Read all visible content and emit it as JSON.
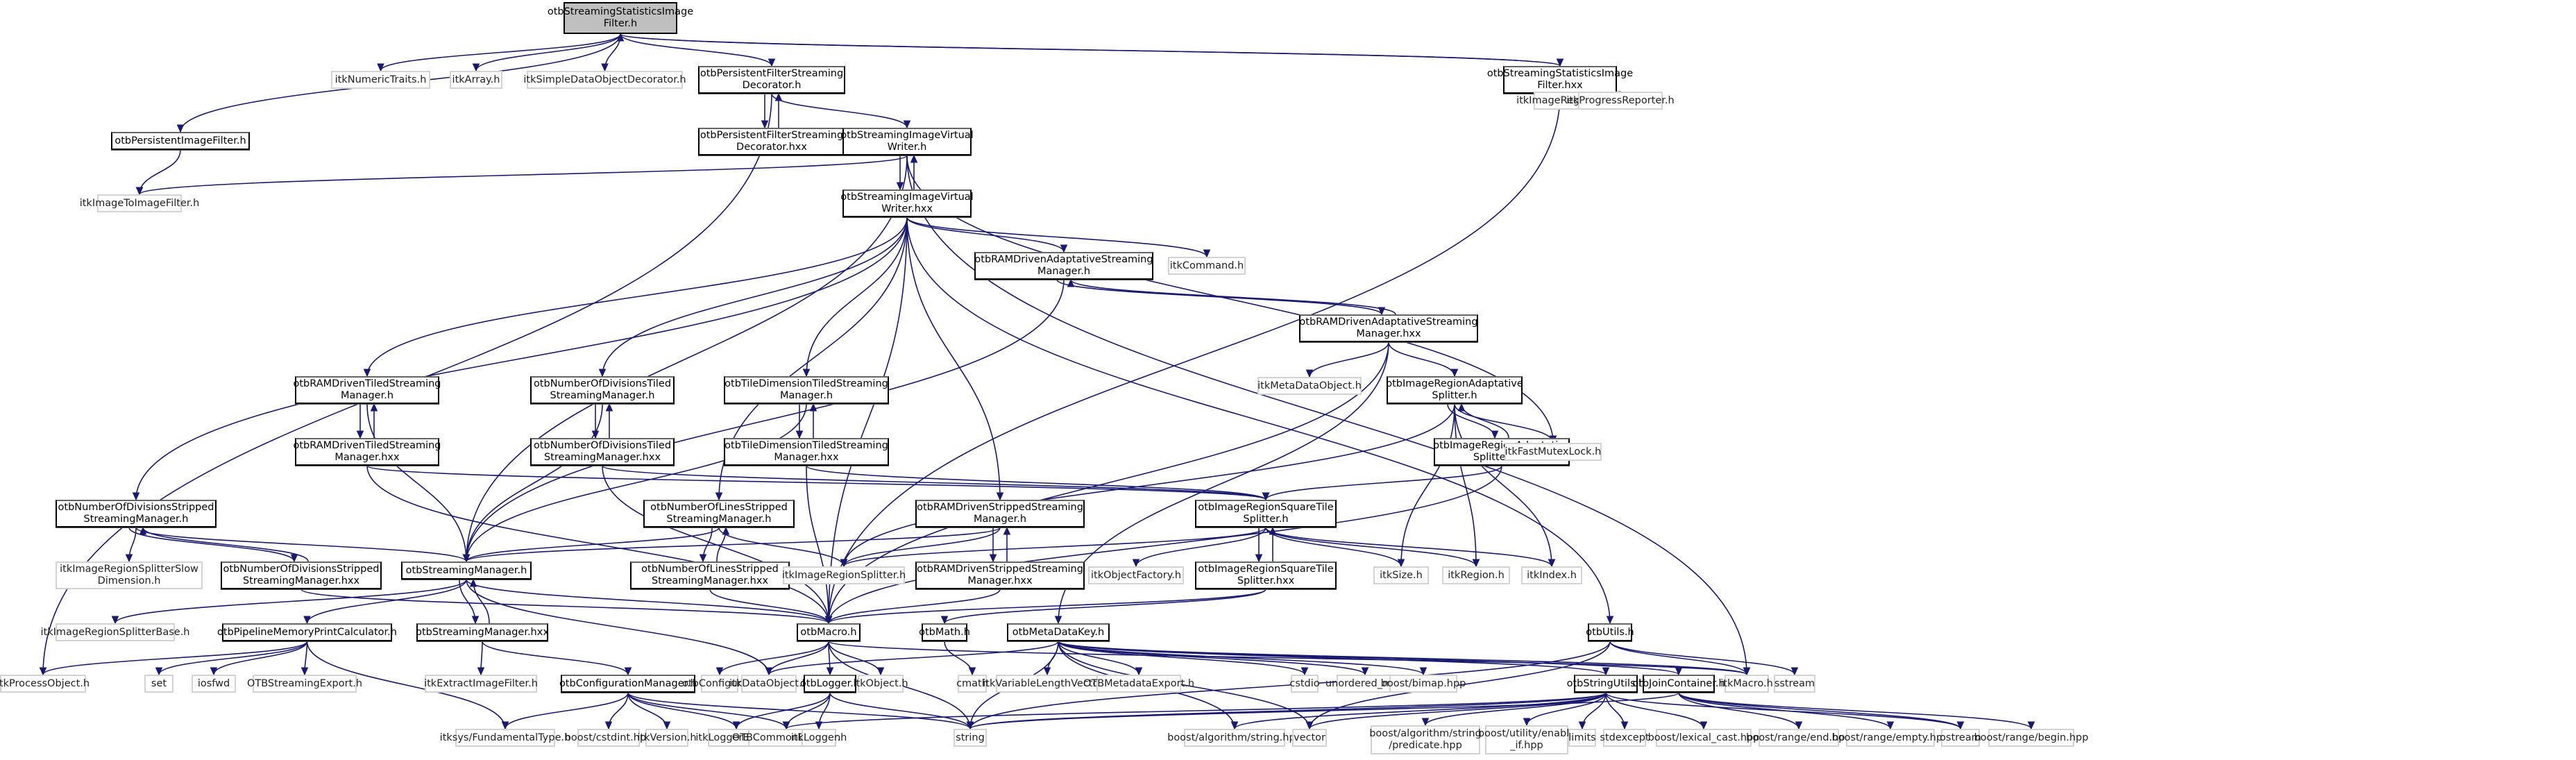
{
  "graph": {
    "title": "Include dependency graph",
    "edge_color": "#191970",
    "root": "otbStreamingStatisticsImageFilter.h",
    "nodes": [
      {
        "id": "root",
        "label": "otbStreamingStatisticsImage\nFilter.h",
        "kind": "root"
      },
      {
        "id": "numtraits",
        "label": "itkNumericTraits.h",
        "kind": "external"
      },
      {
        "id": "array",
        "label": "itkArray.h",
        "kind": "external"
      },
      {
        "id": "simpledeco",
        "label": "itkSimpleDataObjectDecorator.h",
        "kind": "external"
      },
      {
        "id": "pfsd_h",
        "label": "otbPersistentFilterStreaming\nDecorator.h",
        "kind": "internal"
      },
      {
        "id": "pfsd_hxx",
        "label": "otbPersistentFilterStreaming\nDecorator.hxx",
        "kind": "internal"
      },
      {
        "id": "ssif_hxx",
        "label": "otbStreamingStatisticsImage\nFilter.hxx",
        "kind": "internal"
      },
      {
        "id": "regioniter",
        "label": "itkImageRegionIterator.h",
        "kind": "external"
      },
      {
        "id": "progress",
        "label": "itkProgressReporter.h",
        "kind": "external"
      },
      {
        "id": "persist_if",
        "label": "otbPersistentImageFilter.h",
        "kind": "internal"
      },
      {
        "id": "img2img",
        "label": "itkImageToImageFilter.h",
        "kind": "external"
      },
      {
        "id": "sivw_h",
        "label": "otbStreamingImageVirtual\nWriter.h",
        "kind": "internal"
      },
      {
        "id": "sivw_hxx",
        "label": "otbStreamingImageVirtual\nWriter.hxx",
        "kind": "internal"
      },
      {
        "id": "ramadapt_h",
        "label": "otbRAMDrivenAdaptativeStreaming\nManager.h",
        "kind": "internal"
      },
      {
        "id": "itkcommand",
        "label": "itkCommand.h",
        "kind": "external"
      },
      {
        "id": "ramadapt_hxx",
        "label": "otbRAMDrivenAdaptativeStreaming\nManager.hxx",
        "kind": "internal"
      },
      {
        "id": "metadataobj",
        "label": "itkMetaDataObject.h",
        "kind": "external"
      },
      {
        "id": "iras_h",
        "label": "otbImageRegionAdaptative\nSplitter.h",
        "kind": "internal"
      },
      {
        "id": "iras_hxx",
        "label": "otbImageRegionAdaptative\nSplitter.hxx",
        "kind": "internal"
      },
      {
        "id": "fastmutex",
        "label": "itkFastMutexLock.h",
        "kind": "external"
      },
      {
        "id": "ramtiled_h",
        "label": "otbRAMDrivenTiledStreaming\nManager.h",
        "kind": "internal"
      },
      {
        "id": "ramtiled_hxx",
        "label": "otbRAMDrivenTiledStreaming\nManager.hxx",
        "kind": "internal"
      },
      {
        "id": "nodt_h",
        "label": "otbNumberOfDivisionsTiled\nStreamingManager.h",
        "kind": "internal"
      },
      {
        "id": "nodt_hxx",
        "label": "otbNumberOfDivisionsTiled\nStreamingManager.hxx",
        "kind": "internal"
      },
      {
        "id": "tdts_h",
        "label": "otbTileDimensionTiledStreaming\nManager.h",
        "kind": "internal"
      },
      {
        "id": "tdts_hxx",
        "label": "otbTileDimensionTiledStreaming\nManager.hxx",
        "kind": "internal"
      },
      {
        "id": "nods_h",
        "label": "otbNumberOfDivisionsStripped\nStreamingManager.h",
        "kind": "internal"
      },
      {
        "id": "nods_hxx",
        "label": "otbNumberOfDivisionsStripped\nStreamingManager.hxx",
        "kind": "internal"
      },
      {
        "id": "slowdim",
        "label": "itkImageRegionSplitterSlow\nDimension.h",
        "kind": "external"
      },
      {
        "id": "nols_h",
        "label": "otbNumberOfLinesStripped\nStreamingManager.h",
        "kind": "internal"
      },
      {
        "id": "nols_hxx",
        "label": "otbNumberOfLinesStripped\nStreamingManager.hxx",
        "kind": "internal"
      },
      {
        "id": "ramstrip_h",
        "label": "otbRAMDrivenStrippedStreaming\nManager.h",
        "kind": "internal"
      },
      {
        "id": "ramstrip_hxx",
        "label": "otbRAMDrivenStrippedStreaming\nManager.hxx",
        "kind": "internal"
      },
      {
        "id": "irsplitter",
        "label": "itkImageRegionSplitter.h",
        "kind": "external"
      },
      {
        "id": "irsts_h",
        "label": "otbImageRegionSquareTile\nSplitter.h",
        "kind": "internal"
      },
      {
        "id": "irsts_hxx",
        "label": "otbImageRegionSquareTile\nSplitter.hxx",
        "kind": "internal"
      },
      {
        "id": "objfactory",
        "label": "itkObjectFactory.h",
        "kind": "external"
      },
      {
        "id": "itksize",
        "label": "itkSize.h",
        "kind": "external"
      },
      {
        "id": "itkregion",
        "label": "itkRegion.h",
        "kind": "external"
      },
      {
        "id": "itkindex",
        "label": "itkIndex.h",
        "kind": "external"
      },
      {
        "id": "sm_h",
        "label": "otbStreamingManager.h",
        "kind": "internal"
      },
      {
        "id": "sm_hxx",
        "label": "otbStreamingManager.hxx",
        "kind": "internal"
      },
      {
        "id": "splitterbase",
        "label": "itkImageRegionSplitterBase.h",
        "kind": "external"
      },
      {
        "id": "pmpc",
        "label": "otbPipelineMemoryPrintCalculator.h",
        "kind": "internal"
      },
      {
        "id": "procobj",
        "label": "itkProcessObject.h",
        "kind": "external"
      },
      {
        "id": "set",
        "label": "set",
        "kind": "external"
      },
      {
        "id": "iosfwd",
        "label": "iosfwd",
        "kind": "external"
      },
      {
        "id": "otbstrexp",
        "label": "OTBStreamingExport.h",
        "kind": "external"
      },
      {
        "id": "extract",
        "label": "itkExtractImageFilter.h",
        "kind": "external"
      },
      {
        "id": "confmgr",
        "label": "otbConfigurationManager.h",
        "kind": "internal"
      },
      {
        "id": "fundtype",
        "label": "itksys/FundamentalType.h",
        "kind": "external"
      },
      {
        "id": "cstdint",
        "label": "boost/cstdint.hpp",
        "kind": "external"
      },
      {
        "id": "itkversion",
        "label": "itkVersion.h",
        "kind": "external"
      },
      {
        "id": "loggerbase",
        "label": "itkLoggerBase.h",
        "kind": "external"
      },
      {
        "id": "commonexp",
        "label": "OTBCommonExport.h",
        "kind": "external"
      },
      {
        "id": "otbmacro",
        "label": "otbMacro.h",
        "kind": "internal"
      },
      {
        "id": "otbconfigure",
        "label": "otbConfigure.h",
        "kind": "external"
      },
      {
        "id": "dataobj",
        "label": "itkDataObject.h",
        "kind": "external"
      },
      {
        "id": "otblogger",
        "label": "otbLogger.h",
        "kind": "internal"
      },
      {
        "id": "itkobject",
        "label": "itkObject.h",
        "kind": "external"
      },
      {
        "id": "itklogger",
        "label": "itkLogger.h",
        "kind": "external"
      },
      {
        "id": "otbmath",
        "label": "otbMath.h",
        "kind": "internal"
      },
      {
        "id": "cmath",
        "label": "cmath",
        "kind": "external"
      },
      {
        "id": "varlenvec",
        "label": "itkVariableLengthVector.h",
        "kind": "external"
      },
      {
        "id": "mdexport",
        "label": "OTBMetadataExport.h",
        "kind": "external"
      },
      {
        "id": "mdkey",
        "label": "otbMetaDataKey.h",
        "kind": "internal"
      },
      {
        "id": "cstdio",
        "label": "cstdio",
        "kind": "external"
      },
      {
        "id": "unordmap",
        "label": "unordered_map",
        "kind": "external"
      },
      {
        "id": "bimap",
        "label": "boost/bimap.hpp",
        "kind": "external"
      },
      {
        "id": "string",
        "label": "string",
        "kind": "external"
      },
      {
        "id": "algostring",
        "label": "boost/algorithm/string.hpp",
        "kind": "external"
      },
      {
        "id": "vector",
        "label": "vector",
        "kind": "external"
      },
      {
        "id": "otbutils",
        "label": "otbUtils.h",
        "kind": "internal"
      },
      {
        "id": "strutils",
        "label": "otbStringUtils.h",
        "kind": "internal"
      },
      {
        "id": "joincont",
        "label": "otbJoinContainer.h",
        "kind": "internal"
      },
      {
        "id": "itkmacro",
        "label": "itkMacro.h",
        "kind": "external"
      },
      {
        "id": "sstream",
        "label": "sstream",
        "kind": "external"
      },
      {
        "id": "predicate",
        "label": "boost/algorithm/string\n/predicate.hpp",
        "kind": "external"
      },
      {
        "id": "enableif",
        "label": "boost/utility/enable\n_if.hpp",
        "kind": "external"
      },
      {
        "id": "limits",
        "label": "limits",
        "kind": "external"
      },
      {
        "id": "stdexcept",
        "label": "stdexcept",
        "kind": "external"
      },
      {
        "id": "lexcast",
        "label": "boost/lexical_cast.hpp",
        "kind": "external"
      },
      {
        "id": "rangeend",
        "label": "boost/range/end.hpp",
        "kind": "external"
      },
      {
        "id": "rangeempty",
        "label": "boost/range/empty.hpp",
        "kind": "external"
      },
      {
        "id": "ostream",
        "label": "ostream",
        "kind": "external"
      },
      {
        "id": "rangebegin",
        "label": "boost/range/begin.hpp",
        "kind": "external"
      }
    ],
    "edges": [
      [
        "root",
        "numtraits"
      ],
      [
        "root",
        "array"
      ],
      [
        "root",
        "simpledeco"
      ],
      [
        "root",
        "pfsd_h"
      ],
      [
        "root",
        "persist_if"
      ],
      [
        "root",
        "ssif_hxx"
      ],
      [
        "ssif_hxx",
        "root"
      ],
      [
        "ssif_hxx",
        "regioniter"
      ],
      [
        "ssif_hxx",
        "progress"
      ],
      [
        "ssif_hxx",
        "otbmacro"
      ],
      [
        "persist_if",
        "img2img"
      ],
      [
        "pfsd_h",
        "pfsd_hxx"
      ],
      [
        "pfsd_hxx",
        "pfsd_h"
      ],
      [
        "pfsd_h",
        "sivw_h"
      ],
      [
        "pfsd_h",
        "procobj"
      ],
      [
        "sivw_h",
        "sivw_hxx"
      ],
      [
        "sivw_hxx",
        "sivw_h"
      ],
      [
        "sivw_h",
        "img2img"
      ],
      [
        "sivw_h",
        "sm_h"
      ],
      [
        "sivw_h",
        "fastmutex"
      ],
      [
        "sivw_h",
        "itkmacro"
      ],
      [
        "sivw_hxx",
        "ramadapt_h"
      ],
      [
        "sivw_hxx",
        "itkcommand"
      ],
      [
        "sivw_hxx",
        "ramtiled_h"
      ],
      [
        "sivw_hxx",
        "nodt_h"
      ],
      [
        "sivw_hxx",
        "tdts_h"
      ],
      [
        "sivw_hxx",
        "nods_h"
      ],
      [
        "sivw_hxx",
        "nols_h"
      ],
      [
        "sivw_hxx",
        "ramstrip_h"
      ],
      [
        "sivw_hxx",
        "otbmacro"
      ],
      [
        "sivw_hxx",
        "otbutils"
      ],
      [
        "ramadapt_h",
        "ramadapt_hxx"
      ],
      [
        "ramadapt_hxx",
        "ramadapt_h"
      ],
      [
        "ramadapt_h",
        "sm_h"
      ],
      [
        "ramadapt_hxx",
        "metadataobj"
      ],
      [
        "ramadapt_hxx",
        "iras_h"
      ],
      [
        "ramadapt_hxx",
        "otbmacro"
      ],
      [
        "ramadapt_hxx",
        "mdkey"
      ],
      [
        "iras_h",
        "iras_hxx"
      ],
      [
        "iras_hxx",
        "iras_h"
      ],
      [
        "iras_h",
        "irsplitter"
      ],
      [
        "iras_h",
        "fastmutex"
      ],
      [
        "iras_h",
        "itksize"
      ],
      [
        "iras_h",
        "itkregion"
      ],
      [
        "iras_h",
        "itkindex"
      ],
      [
        "iras_hxx",
        "irsts_h"
      ],
      [
        "iras_hxx",
        "otbmacro"
      ],
      [
        "ramtiled_h",
        "ramtiled_hxx"
      ],
      [
        "ramtiled_hxx",
        "ramtiled_h"
      ],
      [
        "ramtiled_h",
        "sm_h"
      ],
      [
        "ramtiled_hxx",
        "irsts_h"
      ],
      [
        "ramtiled_hxx",
        "otbmacro"
      ],
      [
        "nodt_h",
        "nodt_hxx"
      ],
      [
        "nodt_hxx",
        "nodt_h"
      ],
      [
        "nodt_h",
        "sm_h"
      ],
      [
        "nodt_hxx",
        "irsts_h"
      ],
      [
        "nodt_hxx",
        "otbmacro"
      ],
      [
        "tdts_h",
        "tdts_hxx"
      ],
      [
        "tdts_hxx",
        "tdts_h"
      ],
      [
        "tdts_h",
        "sm_h"
      ],
      [
        "tdts_hxx",
        "irsts_h"
      ],
      [
        "tdts_hxx",
        "otbmacro"
      ],
      [
        "nods_h",
        "nods_hxx"
      ],
      [
        "nods_hxx",
        "nods_h"
      ],
      [
        "nods_h",
        "slowdim"
      ],
      [
        "nods_h",
        "sm_h"
      ],
      [
        "nods_hxx",
        "otbmacro"
      ],
      [
        "nols_h",
        "nols_hxx"
      ],
      [
        "nols_hxx",
        "nols_h"
      ],
      [
        "nols_h",
        "sm_h"
      ],
      [
        "nols_h",
        "irsplitter"
      ],
      [
        "nols_hxx",
        "otbmacro"
      ],
      [
        "ramstrip_h",
        "ramstrip_hxx"
      ],
      [
        "ramstrip_hxx",
        "ramstrip_h"
      ],
      [
        "ramstrip_h",
        "sm_h"
      ],
      [
        "ramstrip_h",
        "irsplitter"
      ],
      [
        "ramstrip_hxx",
        "otbmacro"
      ],
      [
        "irsts_h",
        "irsts_hxx"
      ],
      [
        "irsts_hxx",
        "irsts_h"
      ],
      [
        "irsts_h",
        "irsplitter"
      ],
      [
        "irsts_h",
        "objfactory"
      ],
      [
        "irsts_h",
        "itksize"
      ],
      [
        "irsts_h",
        "itkregion"
      ],
      [
        "irsts_h",
        "itkindex"
      ],
      [
        "irsts_hxx",
        "otbmacro"
      ],
      [
        "irsts_hxx",
        "otbmath"
      ],
      [
        "sm_h",
        "sm_hxx"
      ],
      [
        "sm_hxx",
        "sm_h"
      ],
      [
        "sm_h",
        "splitterbase"
      ],
      [
        "sm_h",
        "pmpc"
      ],
      [
        "sm_h",
        "dataobj"
      ],
      [
        "sm_h",
        "otbmacro"
      ],
      [
        "pmpc",
        "procobj"
      ],
      [
        "pmpc",
        "set"
      ],
      [
        "pmpc",
        "iosfwd"
      ],
      [
        "pmpc",
        "otbstrexp"
      ],
      [
        "pmpc",
        "fundtype"
      ],
      [
        "sm_hxx",
        "extract"
      ],
      [
        "sm_hxx",
        "confmgr"
      ],
      [
        "confmgr",
        "fundtype"
      ],
      [
        "confmgr",
        "cstdint"
      ],
      [
        "confmgr",
        "itkversion"
      ],
      [
        "confmgr",
        "loggerbase"
      ],
      [
        "confmgr",
        "commonexp"
      ],
      [
        "confmgr",
        "string"
      ],
      [
        "otbmacro",
        "otbconfigure"
      ],
      [
        "otbmacro",
        "dataobj"
      ],
      [
        "otbmacro",
        "otblogger"
      ],
      [
        "otbmacro",
        "itkobject"
      ],
      [
        "otbmacro",
        "itkmacro"
      ],
      [
        "otbmacro",
        "string"
      ],
      [
        "otblogger",
        "loggerbase"
      ],
      [
        "otblogger",
        "commonexp"
      ],
      [
        "otblogger",
        "itklogger"
      ],
      [
        "otblogger",
        "string"
      ],
      [
        "otbmath",
        "cmath"
      ],
      [
        "mdkey",
        "dataobj"
      ],
      [
        "mdkey",
        "varlenvec"
      ],
      [
        "mdkey",
        "mdexport"
      ],
      [
        "mdkey",
        "cstdio"
      ],
      [
        "mdkey",
        "unordmap"
      ],
      [
        "mdkey",
        "bimap"
      ],
      [
        "mdkey",
        "string"
      ],
      [
        "mdkey",
        "algostring"
      ],
      [
        "mdkey",
        "vector"
      ],
      [
        "mdkey",
        "strutils"
      ],
      [
        "mdkey",
        "joincont"
      ],
      [
        "mdkey",
        "itkmacro"
      ],
      [
        "otbutils",
        "itkmacro"
      ],
      [
        "otbutils",
        "sstream"
      ],
      [
        "otbutils",
        "string"
      ],
      [
        "otbutils",
        "vector"
      ],
      [
        "strutils",
        "string"
      ],
      [
        "strutils",
        "algostring"
      ],
      [
        "strutils",
        "vector"
      ],
      [
        "strutils",
        "predicate"
      ],
      [
        "strutils",
        "enableif"
      ],
      [
        "strutils",
        "limits"
      ],
      [
        "strutils",
        "stdexcept"
      ],
      [
        "strutils",
        "lexcast"
      ],
      [
        "strutils",
        "commonexp"
      ],
      [
        "strutils",
        "ostream"
      ],
      [
        "joincont",
        "string"
      ],
      [
        "joincont",
        "rangeend"
      ],
      [
        "joincont",
        "rangeempty"
      ],
      [
        "joincont",
        "ostream"
      ],
      [
        "joincont",
        "rangebegin"
      ]
    ]
  }
}
